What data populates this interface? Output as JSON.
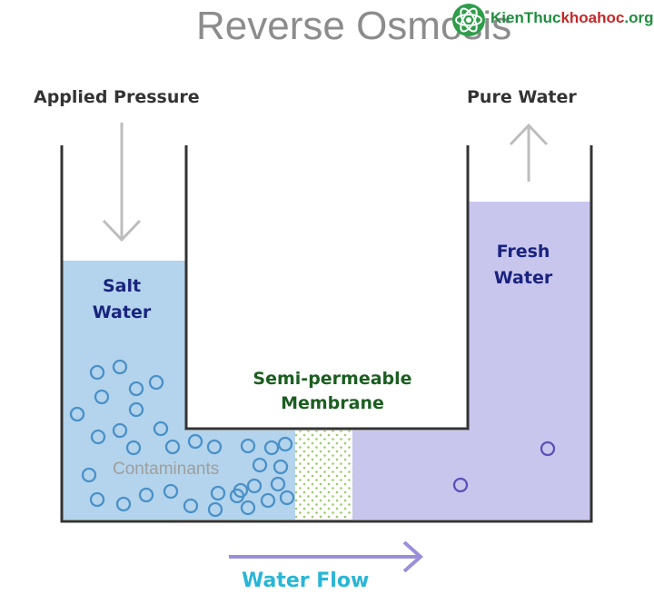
{
  "title": "Reverse Osmosis",
  "labels": {
    "applied_pressure": "Applied Pressure",
    "pure_water": "Pure Water",
    "salt_water_line1": "Salt",
    "salt_water_line2": "Water",
    "fresh_water_line1": "Fresh",
    "fresh_water_line2": "Water",
    "membrane_line1": "Semi-permeable",
    "membrane_line2": "Membrane",
    "contaminants": "Contaminants",
    "water_flow": "Water Flow"
  },
  "watermark": {
    "text_green": "KienThuc",
    "text_red": "khoahoc",
    "text_tail": ".org",
    "icon": "atom-logo-icon"
  },
  "colors": {
    "salt_water": "#b3d4ec",
    "fresh_water": "#c9c6ee",
    "membrane": "#ffffff",
    "membrane_dots": "#9ccc65",
    "contaminant": "#4a90c8",
    "fresh_particle": "#5c4fb8",
    "container": "#333333",
    "arrow_gray": "#bdbdbd",
    "water_flow_arrow": "#9b8fdc"
  }
}
